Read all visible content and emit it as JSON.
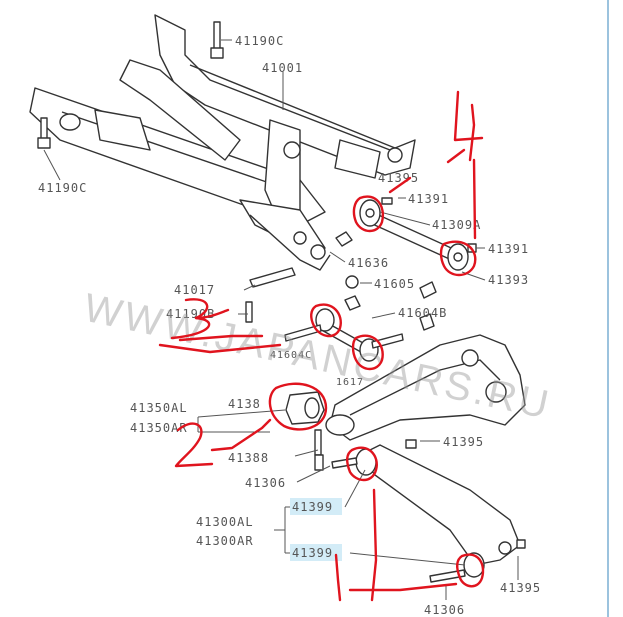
{
  "labels": {
    "p41190c_top": "41190C",
    "p41001": "41001",
    "p41190c_left": "41190C",
    "p41391_a": "41391",
    "p41309a": "41309A",
    "p41391_b": "41391",
    "p41393": "41393",
    "p41636": "41636",
    "p41605": "41605",
    "p41017": "41017",
    "p41190b": "41190B",
    "p41604b": "41604B",
    "p41350al": "41350AL",
    "p41350ar": "41350AR",
    "p41388": "41388",
    "p41395_a": "41395",
    "p41306_a": "41306",
    "p41399_a": "41399",
    "p41300al": "41300AL",
    "p41300ar": "41300AR",
    "p41399_b": "41399",
    "p41395_b": "41395",
    "p41306_b": "41306",
    "p41395_top": "41395",
    "p41381": "4138",
    "p41604c": "41604C",
    "p41617": "1617"
  },
  "watermark": "WWW.JAPANCARS.RU",
  "handwritten": [
    "4",
    "3",
    "2",
    "1"
  ],
  "colors": {
    "annotation_red": "#e0141e",
    "highlight": "#d3ecf7",
    "text": "#555555"
  }
}
